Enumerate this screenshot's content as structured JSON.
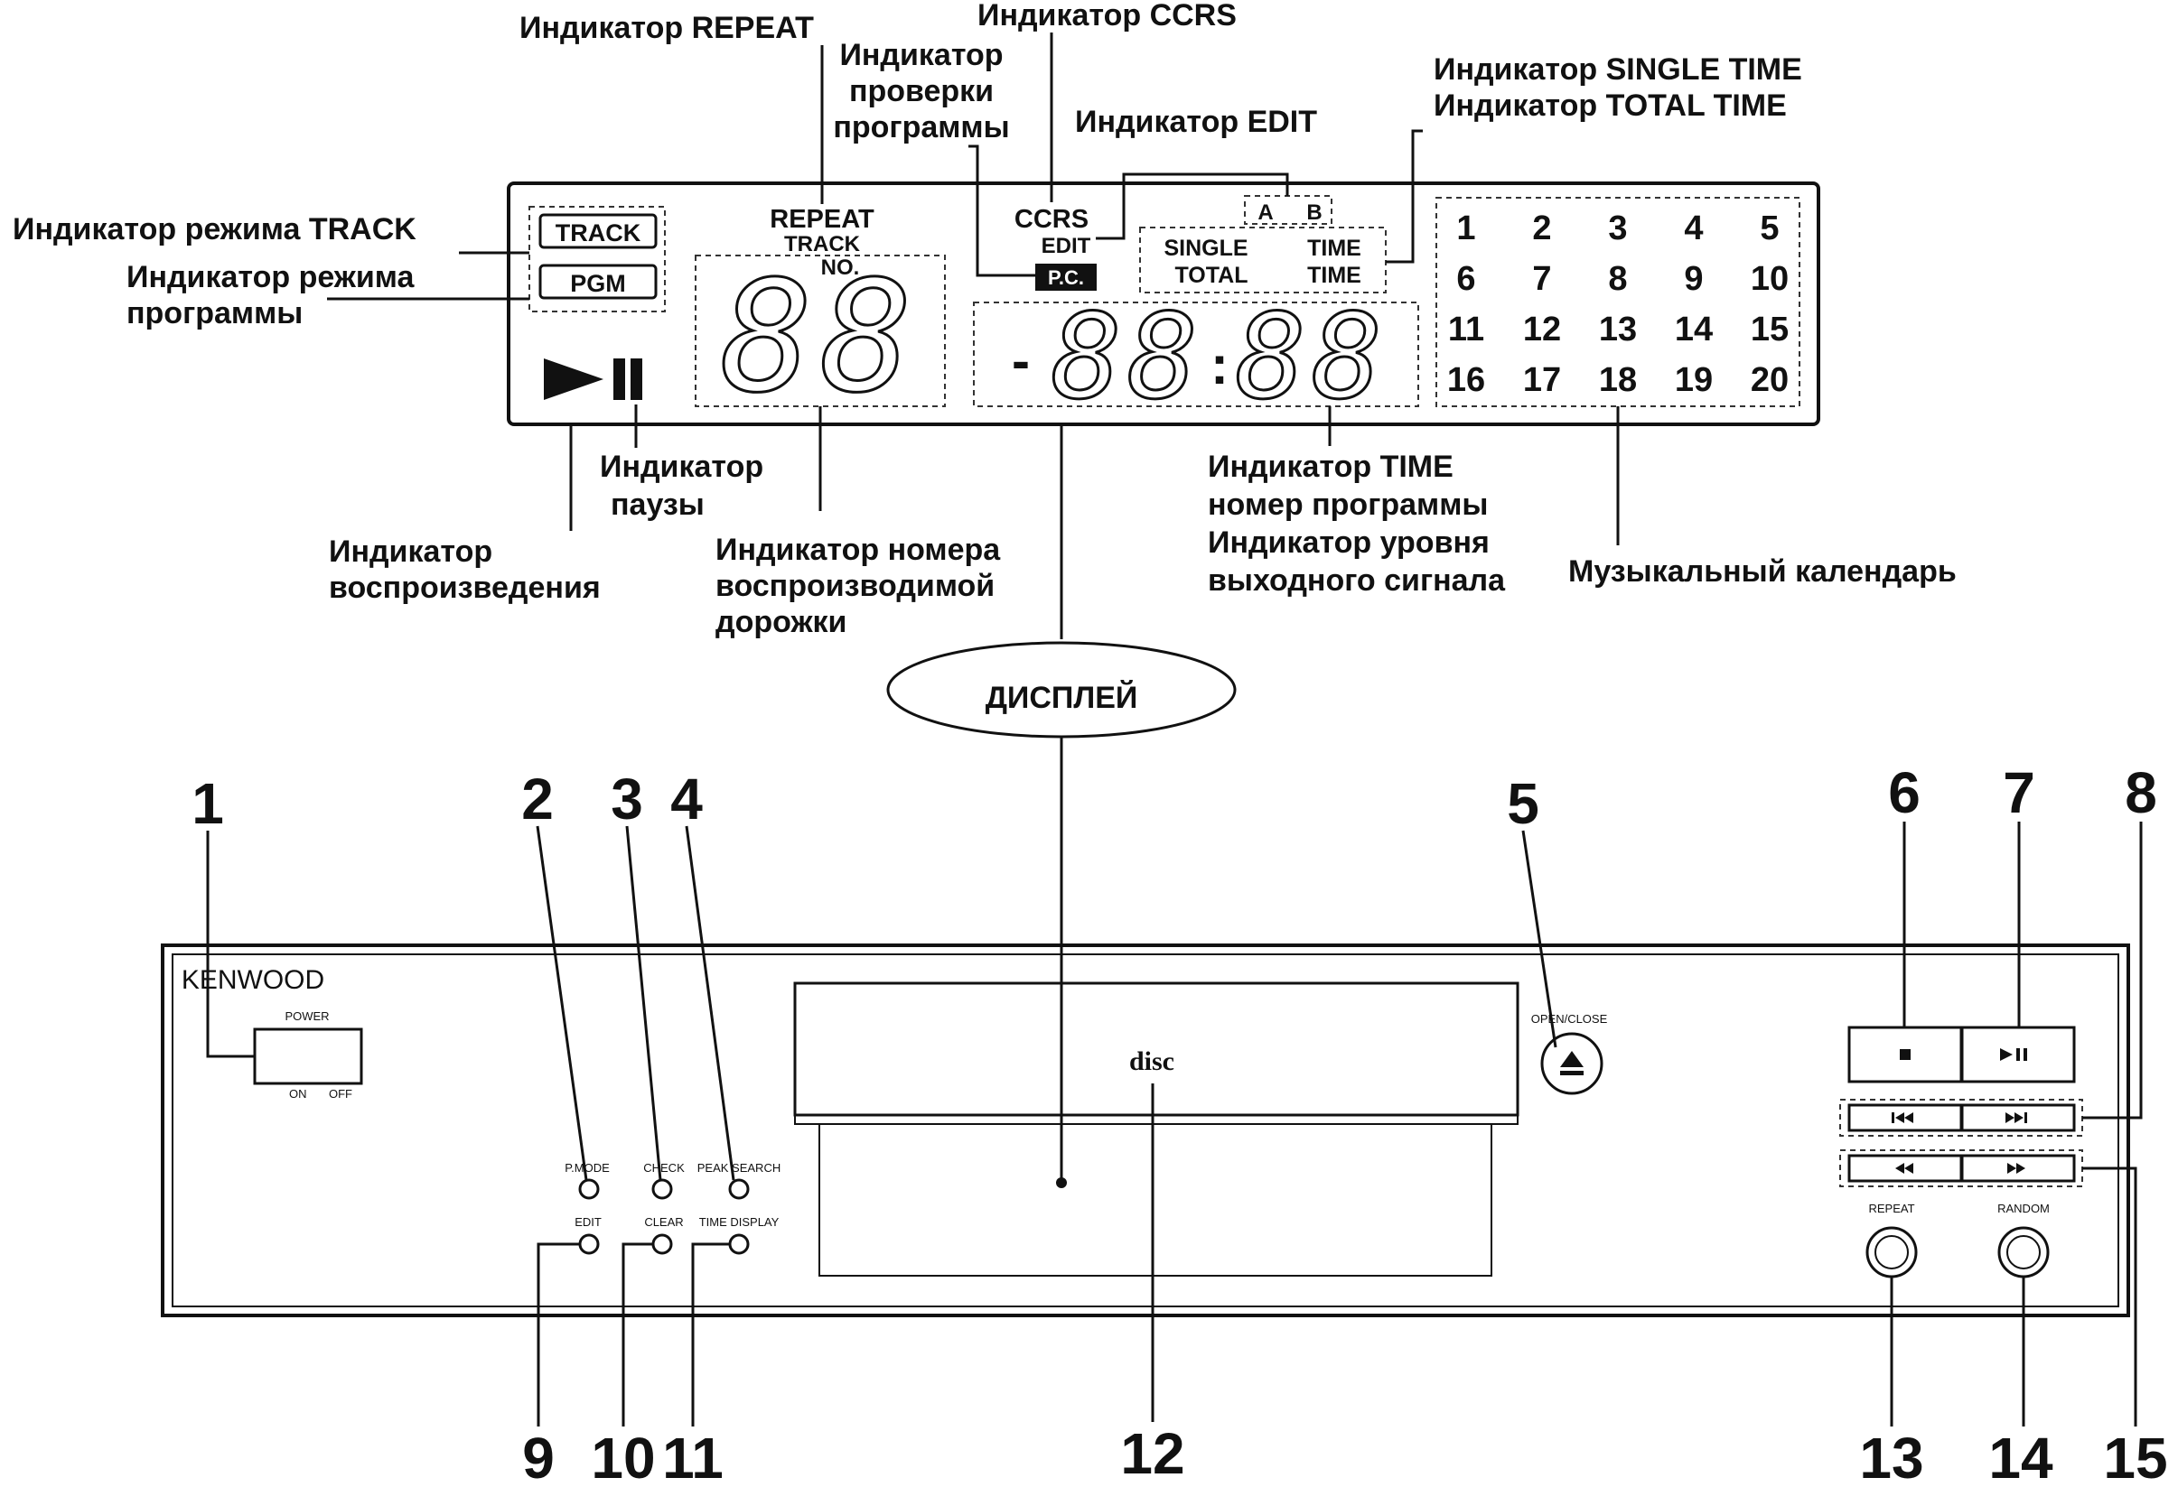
{
  "labels": {
    "repeat": "Индикатор REPEAT",
    "ccrs": "Индикатор CCRS",
    "prog_check_1": "Индикатор",
    "prog_check_2": "проверки",
    "prog_check_3": "программы",
    "edit": "Индикатор EDIT",
    "single_time": "Индикатор SINGLE TIME",
    "total_time": "Индикатор TOTAL TIME",
    "track_mode": "Индикатор режима TRACK",
    "prog_mode_1": "Индикатор режима",
    "prog_mode_2": "программы",
    "pause_1": "Индикатор",
    "pause_2": "паузы",
    "play_1": "Индикатор",
    "play_2": "воспроизведения",
    "track_no_1": "Индикатор номера",
    "track_no_2": "воспроизводимой",
    "track_no_3": "дорожки",
    "time_1": "Индикатор TIME",
    "time_2": "номер программы",
    "time_3": "Индикатор уровня",
    "time_4": "выходного сигнала",
    "calendar": "Музыкальный календарь",
    "display": "ДИСПЛЕЙ"
  },
  "display": {
    "track": "TRACK",
    "pgm": "PGM",
    "repeat": "REPEAT",
    "track_small": "TRACK",
    "no": "NO.",
    "ccrs": "CCRS",
    "edit": "EDIT",
    "pc": "P.C.",
    "a": "A",
    "b": "B",
    "single": "SINGLE",
    "total": "TOTAL",
    "time1": "TIME",
    "time2": "TIME",
    "track_digits": "88",
    "time_minus": "-",
    "time_min": "88",
    "time_colon": ":",
    "time_sec": "88",
    "calendar_numbers": [
      "1",
      "2",
      "3",
      "4",
      "5",
      "6",
      "7",
      "8",
      "9",
      "10",
      "11",
      "12",
      "13",
      "14",
      "15",
      "16",
      "17",
      "18",
      "19",
      "20"
    ]
  },
  "panel": {
    "brand": "KENWOOD",
    "power": "POWER",
    "on": "ON",
    "off": "OFF",
    "p_mode": "P.MODE",
    "check": "CHECK",
    "peak_search": "PEAK SEARCH",
    "edit": "EDIT",
    "clear": "CLEAR",
    "time_display": "TIME DISPLAY",
    "open_close": "OPEN/CLOSE",
    "repeat": "REPEAT",
    "random": "RANDOM",
    "disc_logo": "disc",
    "stop_icon": "stop-icon",
    "play_pause_icon": "play-pause-icon",
    "prev_icon": "skip-back-icon",
    "next_icon": "skip-forward-icon",
    "rew_icon": "rewind-icon",
    "ff_icon": "fast-forward-icon",
    "eject_icon": "eject-icon"
  },
  "callouts": [
    "1",
    "2",
    "3",
    "4",
    "5",
    "6",
    "7",
    "8",
    "9",
    "10",
    "11",
    "12",
    "13",
    "14",
    "15"
  ]
}
